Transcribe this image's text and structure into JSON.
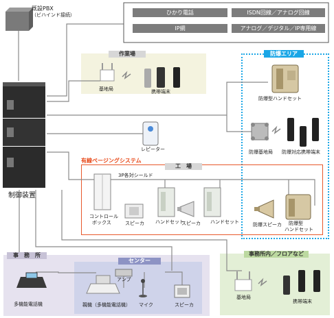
{
  "pbx": {
    "line1": "既設PBX",
    "line2": "（ビハインド接続）"
  },
  "legend": {
    "hikari": "ひかり電話",
    "isdn": "ISDN回線／アナログ回線",
    "ip": "IP網",
    "analog": "アナログ／デジタル／IP専用線"
  },
  "control_unit": {
    "label": "制御装置"
  },
  "work_area": {
    "title": "作業場",
    "base_station": "基地局",
    "handset": "携帯端末"
  },
  "explosion_area": {
    "title": "防爆エリア",
    "handset_top": "防爆型ハンドセット",
    "base_station": "防爆基地局",
    "terminal": "防爆対応携帯端末"
  },
  "repeater": {
    "label": "レピーター"
  },
  "paging": {
    "title": "有線ページングシステム",
    "factory": "工　場",
    "shield": "3P各対シールド",
    "control_box1": "コントロール",
    "control_box2": "ボックス",
    "speaker1": "スピーカ",
    "handset1": "ハンドセット",
    "speaker2": "スピーカ",
    "handset2": "ハンドセット",
    "ex_speaker": "防爆スピーカ",
    "ex_handset1": "防爆型",
    "ex_handset2": "ハンドセット"
  },
  "office": {
    "title": "事　務　所",
    "phone": "多機能電話機"
  },
  "center": {
    "title": "センター",
    "amp": "アンプ",
    "console": "親機（多機能電話機）",
    "mic": "マイク",
    "speaker": "スピーカ"
  },
  "office_floor": {
    "title": "事務所内／フロアなど",
    "base_station": "基地局",
    "handset": "携帯端末"
  },
  "colors": {
    "work_area_bg": "#f4f3df",
    "explosion_border": "#1aa6e6",
    "paging_border": "#e8572a",
    "paging_text": "#e84a1a",
    "office_bg": "#e6e2ef",
    "center_bg": "#cfd3ea",
    "office_floor_bg": "#e3efd6",
    "legend_cell": "#7c7c7c",
    "line": "#8a8a8a"
  }
}
